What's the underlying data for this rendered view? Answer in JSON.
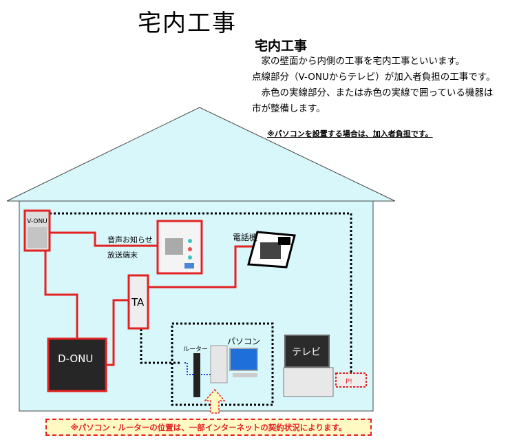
{
  "title": "宅内工事",
  "info": {
    "heading": "宅内工事",
    "lines": [
      "　家の壁面から内側の工事を宅内工事といいます。",
      "点線部分（V-ONUからテレビ）が加入者負担の工事です。",
      "　赤色の実線部分、または赤色の実線で囲っている機器は市が整備します。"
    ],
    "pc_note": "※パソコンを設置する場合は、加入者負担です。"
  },
  "devices": {
    "v_onu": "V-ONU",
    "speaker_label_1": "音声お知らせ",
    "speaker_label_2": "放送端末",
    "phone": "電話機",
    "ta": "TA",
    "d_onu": "D-ONU",
    "router": "ルーター",
    "pc": "パソコン",
    "tv": "テレビ",
    "outlet": "P!"
  },
  "bottom_note": "※パソコン・ルーターの位置は、一部インターネットの契約状況によります。",
  "colors": {
    "house_fill": "#d8f7fb",
    "red_line": "#e32222",
    "note_bg": "#fff9c4"
  }
}
